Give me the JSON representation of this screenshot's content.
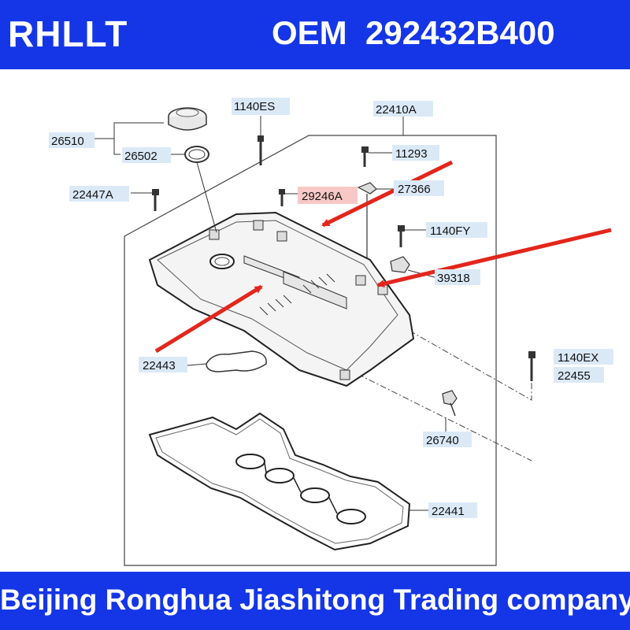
{
  "header": {
    "brand": "RHLLT",
    "oem_prefix": "OEM",
    "oem_number": "292432B400"
  },
  "footer": {
    "company": "Beijing Ronghua Jiashitong Trading company"
  },
  "parts": {
    "p26510": "26510",
    "p26502": "26502",
    "p1140ES": "1140ES",
    "p22410A": "22410A",
    "p11293": "11293",
    "p22447A": "22447A",
    "p29246A": "29246A",
    "p27366": "27366",
    "p1140FY": "1140FY",
    "p39318": "39318",
    "p22443": "22443",
    "p1140EX": "1140EX",
    "p22455": "22455",
    "p26740": "26740",
    "p22441": "22441"
  },
  "colors": {
    "banner": "#1536e6",
    "label_box": "#dbe9f7",
    "highlight_box": "#f7c9c6",
    "arrow": "#e3261c"
  }
}
